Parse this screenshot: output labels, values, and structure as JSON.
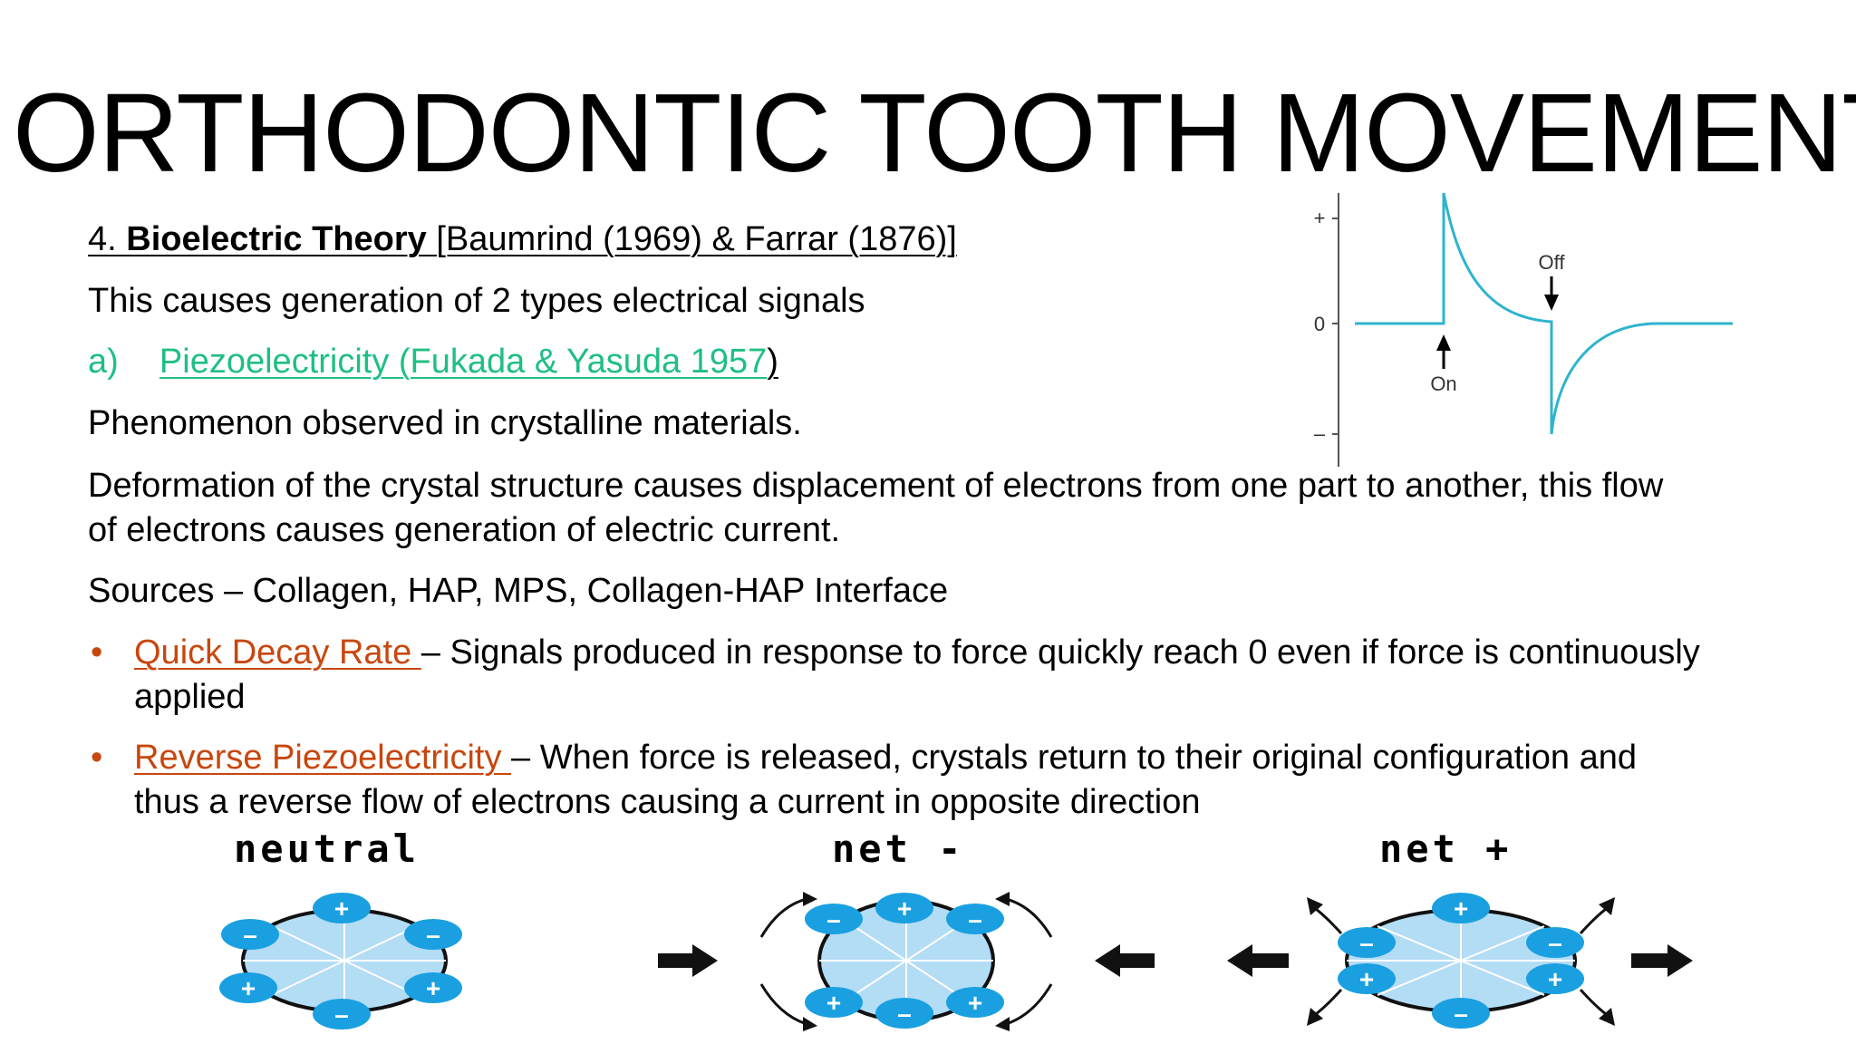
{
  "slide": {
    "title": "ORTHODONTIC TOOTH MOVEMENT",
    "heading": {
      "number": "4. ",
      "bold": "Bioelectric Theory",
      "rest": " [Baumrind (1969) & Farrar (1876)]"
    },
    "line1": "This causes generation of 2 types electrical signals",
    "sub_a": {
      "marker": "a)",
      "link": "Piezoelectricity (Fukada & Yasuda 1957",
      "close": ")"
    },
    "line2": "Phenomenon observed in crystalline materials.",
    "para": [
      "Deformation of the crystal structure causes displacement of electrons from one part to another, this flow",
      "of electrons causes generation of electric current."
    ],
    "sources": "Sources – Collagen, HAP, MPS, Collagen-HAP Interface",
    "bullets": [
      {
        "marker": "•",
        "term": "Quick Decay Rate ",
        "lines": [
          "– Signals produced in response to force quickly reach 0 even if force is continuously",
          "applied"
        ]
      },
      {
        "marker": "•",
        "term": "Reverse Piezoelectricity ",
        "lines": [
          "– When force is released, crystals return to their original configuration and",
          "thus a reverse flow of electrons causing a current in opposite direction"
        ]
      }
    ]
  },
  "graph": {
    "y_ticks": [
      "+",
      "0",
      "–"
    ],
    "on_label": "On",
    "off_label": "Off",
    "line_color": "#2fb3cf"
  },
  "molecules": {
    "labels": [
      "neutral",
      "net -",
      "net +"
    ],
    "charge_color": "#1aa0e0",
    "fill_color": "#b3dcf5",
    "plus": "+",
    "minus": "–"
  }
}
